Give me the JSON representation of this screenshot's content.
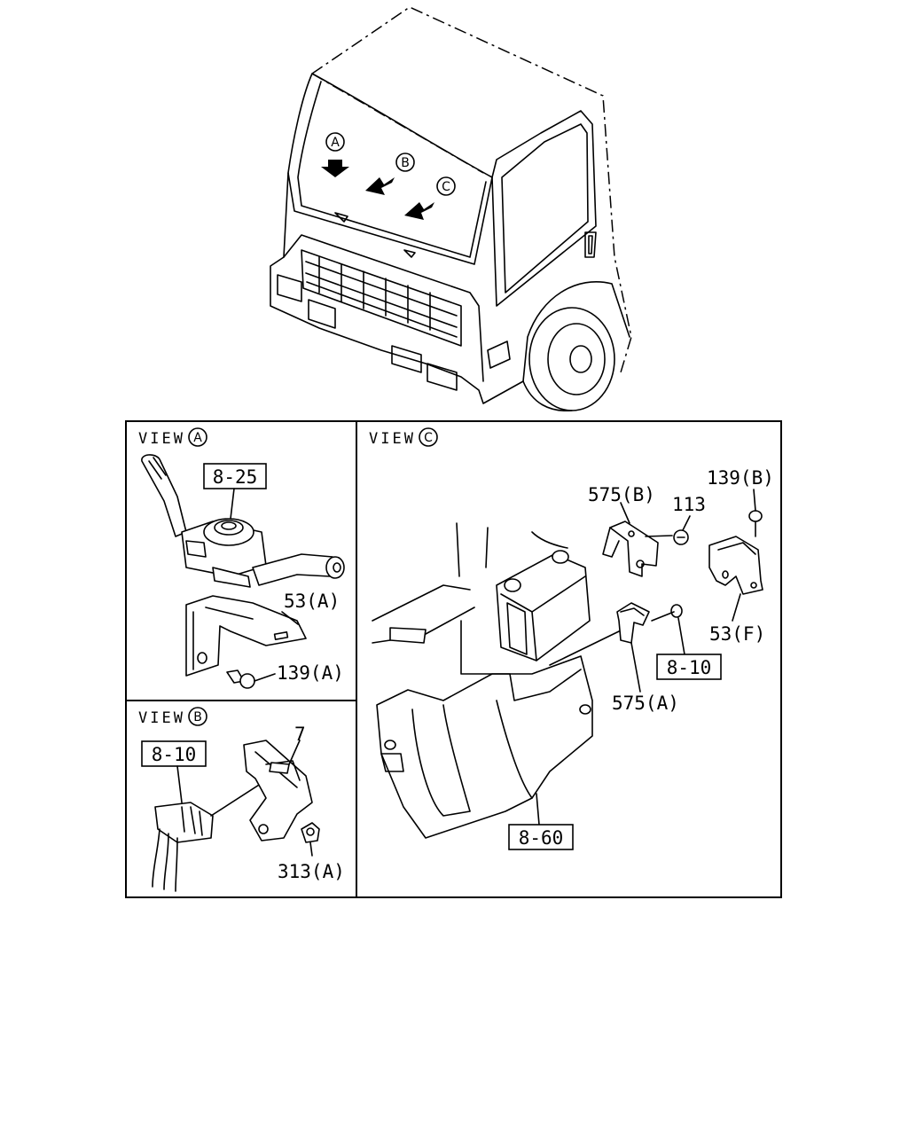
{
  "truck": {
    "markers": [
      "A",
      "B",
      "C"
    ]
  },
  "view_a": {
    "title": "VIEW",
    "marker": "A",
    "ref_box": "8-25",
    "labels": {
      "bracket": "53(A)",
      "bolt": "139(A)"
    }
  },
  "view_b": {
    "title": "VIEW",
    "marker": "B",
    "ref_box": "8-10",
    "labels": {
      "part": "7",
      "nut": "313(A)"
    }
  },
  "view_c": {
    "title": "VIEW",
    "marker": "C",
    "labels": {
      "bracket_b": "575(B)",
      "screw": "113",
      "bolt_b": "139(B)",
      "bracket_f": "53(F)",
      "bracket_a": "575(A)"
    },
    "ref_boxes": {
      "connector": "8-10",
      "unit": "8-60"
    }
  }
}
